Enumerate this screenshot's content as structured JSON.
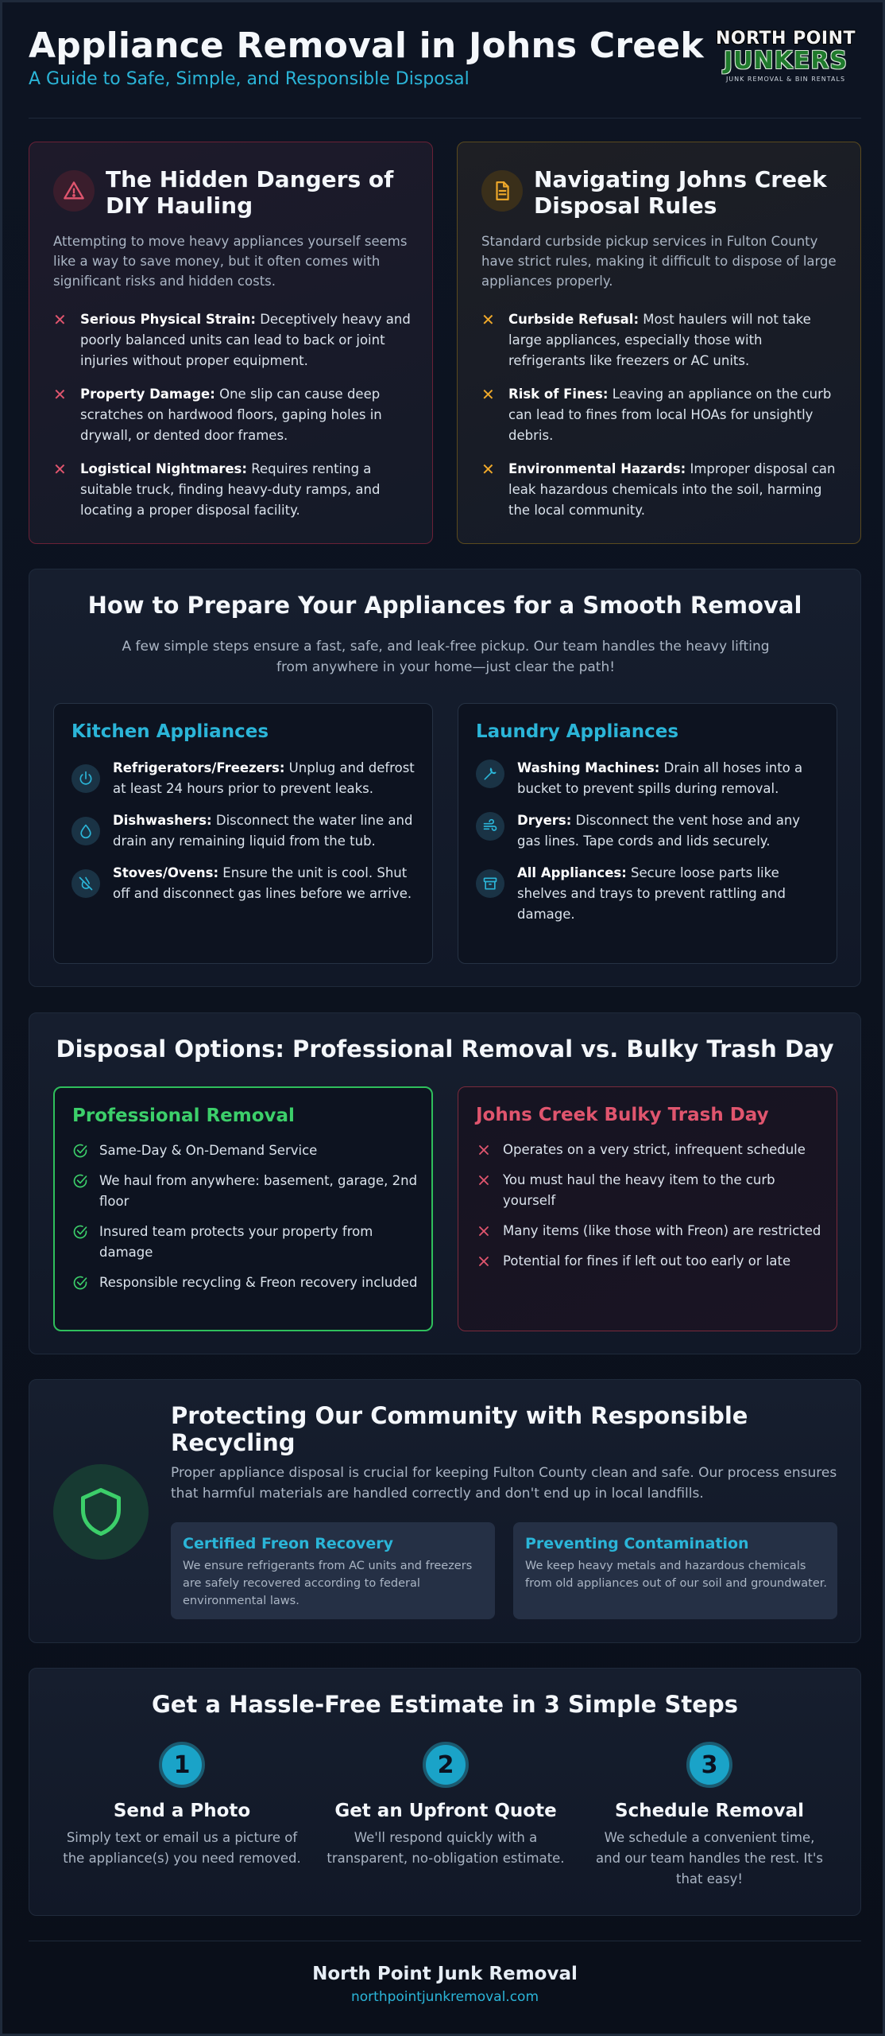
{
  "header": {
    "title": "Appliance Removal in Johns Creek",
    "subtitle": "A Guide to Safe, Simple, and Responsible Disposal",
    "logo": {
      "line1": "NORTH POINT",
      "line2": "JUNKERS",
      "tagline": "JUNK REMOVAL & BIN RENTALS"
    }
  },
  "colors": {
    "accent": "#2bb5d8",
    "danger": "#e0556e",
    "warning": "#f0a92a",
    "success": "#3ccf6a",
    "background": "#0b111d"
  },
  "dangers": {
    "icon": "warning-triangle-icon",
    "title": "The Hidden Dangers of DIY Hauling",
    "intro": "Attempting to move heavy appliances yourself seems like a way to save money, but it often comes with significant risks and hidden costs.",
    "items": [
      {
        "label": "Serious Physical Strain:",
        "text": " Deceptively heavy and poorly balanced units can lead to back or joint injuries without proper equipment."
      },
      {
        "label": "Property Damage:",
        "text": " One slip can cause deep scratches on hardwood floors, gaping holes in drywall, or dented door frames."
      },
      {
        "label": "Logistical Nightmares:",
        "text": " Requires renting a suitable truck, finding heavy-duty ramps, and locating a proper disposal facility."
      }
    ]
  },
  "rules": {
    "icon": "document-icon",
    "title": "Navigating Johns Creek Disposal Rules",
    "intro": "Standard curbside pickup services in Fulton County have strict rules, making it difficult to dispose of large appliances properly.",
    "items": [
      {
        "label": "Curbside Refusal:",
        "text": " Most haulers will not take large appliances, especially those with refrigerants like freezers or AC units."
      },
      {
        "label": "Risk of Fines:",
        "text": " Leaving an appliance on the curb can lead to fines from local HOAs for unsightly debris."
      },
      {
        "label": "Environmental Hazards:",
        "text": " Improper disposal can leak hazardous chemicals into the soil, harming the local community."
      }
    ]
  },
  "prep": {
    "title": "How to Prepare Your Appliances for a Smooth Removal",
    "lead": "A few simple steps ensure a fast, safe, and leak-free pickup. Our team handles the heavy lifting from anywhere in your home—just clear the path!",
    "kitchen": {
      "title": "Kitchen Appliances",
      "items": [
        {
          "icon": "power-icon",
          "label": "Refrigerators/Freezers:",
          "text": " Unplug and defrost at least 24 hours prior to prevent leaks."
        },
        {
          "icon": "water-drop-icon",
          "label": "Dishwashers:",
          "text": " Disconnect the water line and drain any remaining liquid from the tub."
        },
        {
          "icon": "flame-off-icon",
          "label": "Stoves/Ovens:",
          "text": " Ensure the unit is cool. Shut off and disconnect gas lines before we arrive."
        }
      ]
    },
    "laundry": {
      "title": "Laundry Appliances",
      "items": [
        {
          "icon": "wrench-icon",
          "label": "Washing Machines:",
          "text": " Drain all hoses into a bucket to prevent spills during removal."
        },
        {
          "icon": "wind-icon",
          "label": "Dryers:",
          "text": " Disconnect the vent hose and any gas lines. Tape cords and lids securely."
        },
        {
          "icon": "archive-box-icon",
          "label": "All Appliances:",
          "text": " Secure loose parts like shelves and trays to prevent rattling and damage."
        }
      ]
    }
  },
  "options": {
    "title": "Disposal Options: Professional Removal vs. Bulky Trash Day",
    "pro": {
      "title": "Professional Removal",
      "items": [
        "Same-Day & On-Demand Service",
        "We haul from anywhere: basement, garage, 2nd floor",
        "Insured team protects your property from damage",
        "Responsible recycling & Freon recovery included"
      ]
    },
    "bulk": {
      "title": "Johns Creek Bulky Trash Day",
      "items": [
        "Operates on a very strict, infrequent schedule",
        "You must haul the heavy item to the curb yourself",
        "Many items (like those with Freon) are restricted",
        "Potential for fines if left out too early or late"
      ]
    }
  },
  "recycling": {
    "icon": "shield-icon",
    "title": "Protecting Our Community with Responsible Recycling",
    "lead": "Proper appliance disposal is crucial for keeping Fulton County clean and safe. Our process ensures that harmful materials are handled correctly and don't end up in local landfills.",
    "cards": [
      {
        "title": "Certified Freon Recovery",
        "text": "We ensure refrigerants from AC units and freezers are safely recovered according to federal environmental laws."
      },
      {
        "title": "Preventing Contamination",
        "text": "We keep heavy metals and hazardous chemicals from old appliances out of our soil and groundwater."
      }
    ]
  },
  "steps": {
    "title": "Get a Hassle-Free Estimate in 3 Simple Steps",
    "items": [
      {
        "num": "1",
        "title": "Send a Photo",
        "text": "Simply text or email us a picture of the appliance(s) you need removed."
      },
      {
        "num": "2",
        "title": "Get an Upfront Quote",
        "text": "We'll respond quickly with a transparent, no-obligation estimate."
      },
      {
        "num": "3",
        "title": "Schedule Removal",
        "text": "We schedule a convenient time, and our team handles the rest. It's that easy!"
      }
    ]
  },
  "footer": {
    "company": "North Point Junk Removal",
    "url": "northpointjunkremoval.com"
  }
}
